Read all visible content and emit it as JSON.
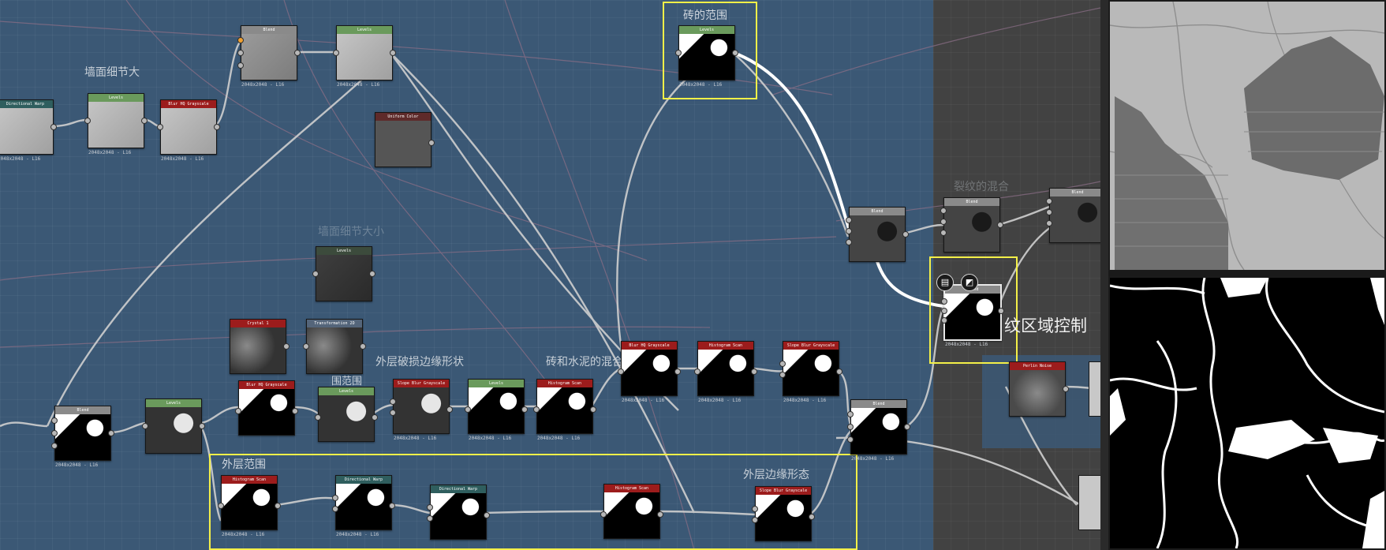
{
  "frames": {
    "brick_range": "砖的范围",
    "outer_range": "外层范围"
  },
  "comments": {
    "wall_detail": "墙面细节大",
    "outer_damage": "外层破损边缘形状",
    "brick_mortar": "砖和水泥的混合大小",
    "outer_edge": "外层边缘形态",
    "crack_blend": "裂纹的混合",
    "crack_region": "纹区域控制",
    "faded_title": "墙面细节大小",
    "range_frag": "围范围"
  },
  "nodes": {
    "n_directional_1": {
      "title": "Directional Warp"
    },
    "n_levels_1": {
      "title": "Levels"
    },
    "n_blur_hq_1": {
      "title": "Blur HQ Grayscale"
    },
    "n_blend_1": {
      "title": "Blend"
    },
    "n_levels_2": {
      "title": "Levels"
    },
    "n_uniform": {
      "title": "Uniform Color"
    },
    "n_levels_brick": {
      "title": "Levels"
    },
    "n_levels_dark": {
      "title": "Levels"
    },
    "n_crystal": {
      "title": "Crystal 1"
    },
    "n_transform": {
      "title": "Transformation 2D"
    },
    "n_blend_left": {
      "title": "Blend"
    },
    "n_levels_left": {
      "title": "Levels"
    },
    "n_blur_hq_2": {
      "title": "Blur HQ Grayscale"
    },
    "n_levels_mid": {
      "title": "Levels"
    },
    "n_slope_1": {
      "title": "Slope Blur Grayscale"
    },
    "n_levels_mid2": {
      "title": "Levels"
    },
    "n_histogram_1": {
      "title": "Histogram Scan"
    },
    "n_blur_hq_3": {
      "title": "Blur HQ Grayscale"
    },
    "n_histogram_2": {
      "title": "Histogram Scan"
    },
    "n_slope_2": {
      "title": "Slope Blur Grayscale"
    },
    "n_blend_crack": {
      "title": "Blend"
    },
    "n_blend_right": {
      "title": "Blend"
    },
    "n_blend_far": {
      "title": "Blend"
    },
    "n_blend_sel": {
      "title": "Blend"
    },
    "n_blend_bottom": {
      "title": "Blend"
    },
    "n_perlin": {
      "title": "Perlin Noise"
    },
    "n_histogram_3": {
      "title": "Histogram Scan"
    },
    "n_directional_2": {
      "title": "Directional Warp"
    },
    "n_directional_3": {
      "title": "Directional Warp"
    },
    "n_histogram_4": {
      "title": "Histogram Scan"
    },
    "n_slope_3": {
      "title": "Slope Blur Grayscale"
    }
  },
  "resolution": "2048x2048 - L16",
  "toolbar": {
    "doc_icon": "document-icon",
    "checker_icon": "checker-icon"
  }
}
